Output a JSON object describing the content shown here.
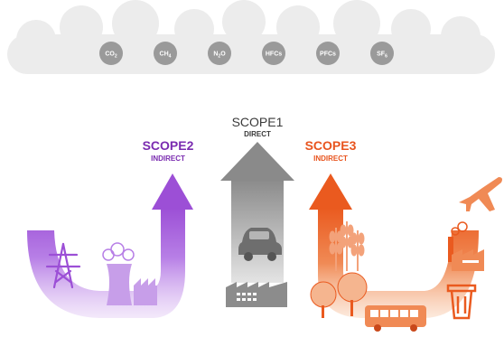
{
  "gases": [
    {
      "label": "CO",
      "sub": "2"
    },
    {
      "label": "CH",
      "sub": "4"
    },
    {
      "label": "N",
      "sub": "2",
      "tail": "O"
    },
    {
      "label": "HFCs",
      "sub": ""
    },
    {
      "label": "PFCs",
      "sub": ""
    },
    {
      "label": "SF",
      "sub": "6"
    }
  ],
  "scopes": {
    "scope1": {
      "title": "SCOPE1",
      "subtitle": "DIRECT",
      "color": "#3a3a3a"
    },
    "scope2": {
      "title": "SCOPE2",
      "subtitle": "INDIRECT",
      "color": "#7a2bb0"
    },
    "scope3": {
      "title": "SCOPE3",
      "subtitle": "INDIRECT",
      "color": "#e8541e"
    }
  },
  "icons": {
    "scope1": [
      "car-icon",
      "factory-icon"
    ],
    "scope2": [
      "power-tower-icon",
      "power-plant-icon"
    ],
    "scope3": [
      "wheat-icon",
      "trees-icon",
      "bus-icon",
      "trash-can-icon",
      "factory-icon",
      "airplane-icon"
    ]
  },
  "colors": {
    "cloud": "#ececec",
    "gas_circle": "#9a9a9a",
    "scope1_arrow": "#8a8a8a",
    "scope2_arrow": "#9c4fd6",
    "scope3_arrow": "#ea5a1f"
  }
}
